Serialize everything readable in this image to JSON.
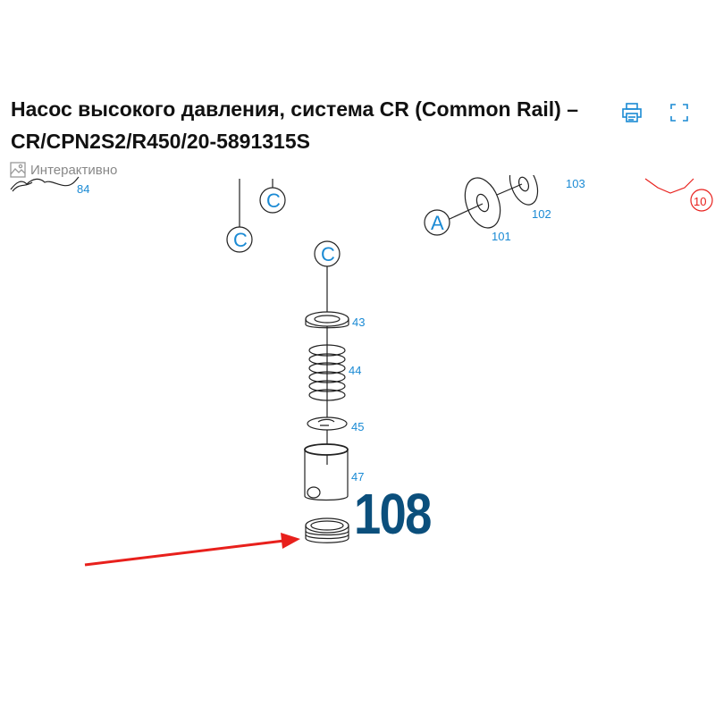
{
  "header": {
    "title": "Насос высокого давления, система CR (Common Rail) – CR/CPN2S2/R450/20-5891315S",
    "interactive_label": "Интерактивно"
  },
  "toolbar": {
    "print_icon": "printer-icon",
    "fullscreen_icon": "fullscreen-icon"
  },
  "diagram": {
    "callouts": {
      "c1": "C",
      "c2": "C",
      "c3": "C",
      "a": "A"
    },
    "parts": {
      "p84": "84",
      "p101": "101",
      "p102": "102",
      "p103": "103",
      "p43": "43",
      "p44": "44",
      "p45": "45",
      "p47": "47",
      "p10x": "10"
    },
    "highlight": "108",
    "accent": "#0b4f7c",
    "arrow_color": "#e8201c"
  }
}
